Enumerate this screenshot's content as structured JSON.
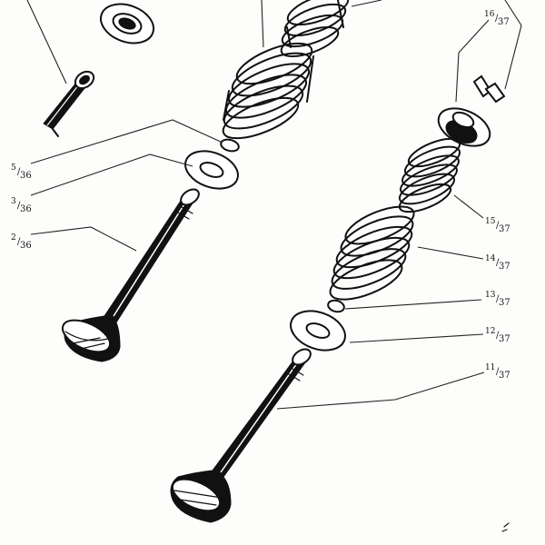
{
  "labels": [
    {
      "id": "5-36",
      "num": "5",
      "den": "36"
    },
    {
      "id": "3-36",
      "num": "3",
      "den": "36"
    },
    {
      "id": "2-36",
      "num": "2",
      "den": "36"
    },
    {
      "id": "16-37",
      "num": "16",
      "den": "37"
    },
    {
      "id": "15-37",
      "num": "15",
      "den": "37"
    },
    {
      "id": "14-37",
      "num": "14",
      "den": "37"
    },
    {
      "id": "13-37",
      "num": "13",
      "den": "37"
    },
    {
      "id": "12-37",
      "num": "12",
      "den": "37"
    },
    {
      "id": "11-37",
      "num": "11",
      "den": "37"
    }
  ]
}
